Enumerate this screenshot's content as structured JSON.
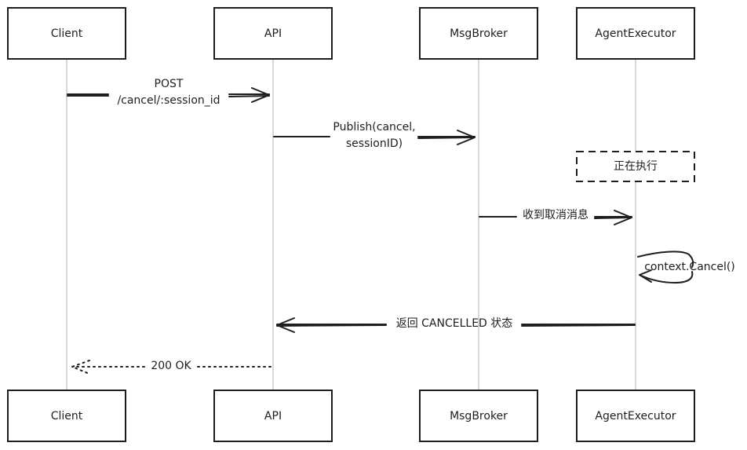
{
  "participants": [
    {
      "id": "client",
      "label": "Client"
    },
    {
      "id": "api",
      "label": "API"
    },
    {
      "id": "broker",
      "label": "MsgBroker"
    },
    {
      "id": "executor",
      "label": "AgentExecutor"
    }
  ],
  "messages": [
    {
      "id": "post",
      "lines": [
        "POST",
        "/cancel/:session_id"
      ]
    },
    {
      "id": "publish",
      "lines": [
        "Publish(cancel,",
        "sessionID)"
      ]
    },
    {
      "id": "receive",
      "lines": [
        "收到取消消息"
      ]
    },
    {
      "id": "self-cancel",
      "lines": [
        "context.Cancel()"
      ]
    },
    {
      "id": "return-status",
      "lines": [
        "返回 CANCELLED 状态"
      ]
    },
    {
      "id": "ok",
      "lines": [
        "200 OK"
      ]
    }
  ],
  "note": {
    "label": "正在执行"
  }
}
